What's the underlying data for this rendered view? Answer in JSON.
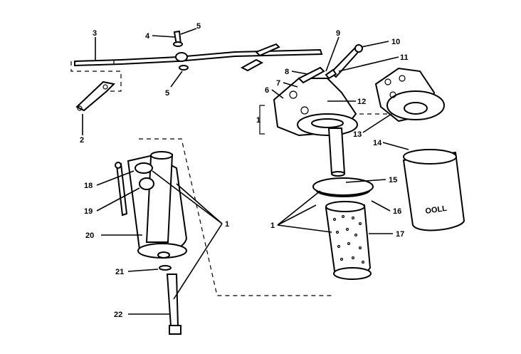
{
  "callouts": [
    {
      "id": "c1a",
      "text": "1"
    },
    {
      "id": "c1b",
      "text": "1"
    },
    {
      "id": "c1c",
      "text": "1"
    },
    {
      "id": "c2",
      "text": "2"
    },
    {
      "id": "c3",
      "text": "3"
    },
    {
      "id": "c4",
      "text": "4"
    },
    {
      "id": "c5a",
      "text": "5"
    },
    {
      "id": "c5b",
      "text": "5"
    },
    {
      "id": "c6",
      "text": "6"
    },
    {
      "id": "c7",
      "text": "7"
    },
    {
      "id": "c8",
      "text": "8"
    },
    {
      "id": "c9",
      "text": "9"
    },
    {
      "id": "c10",
      "text": "10"
    },
    {
      "id": "c11",
      "text": "11"
    },
    {
      "id": "c12",
      "text": "12"
    },
    {
      "id": "c13",
      "text": "13"
    },
    {
      "id": "c14",
      "text": "14"
    },
    {
      "id": "c15",
      "text": "15"
    },
    {
      "id": "c16",
      "text": "16"
    },
    {
      "id": "c17",
      "text": "17"
    },
    {
      "id": "c18",
      "text": "18"
    },
    {
      "id": "c19",
      "text": "19"
    },
    {
      "id": "c20",
      "text": "20"
    },
    {
      "id": "c21",
      "text": "21"
    },
    {
      "id": "c22",
      "text": "22"
    }
  ],
  "can_print": "OOLL"
}
